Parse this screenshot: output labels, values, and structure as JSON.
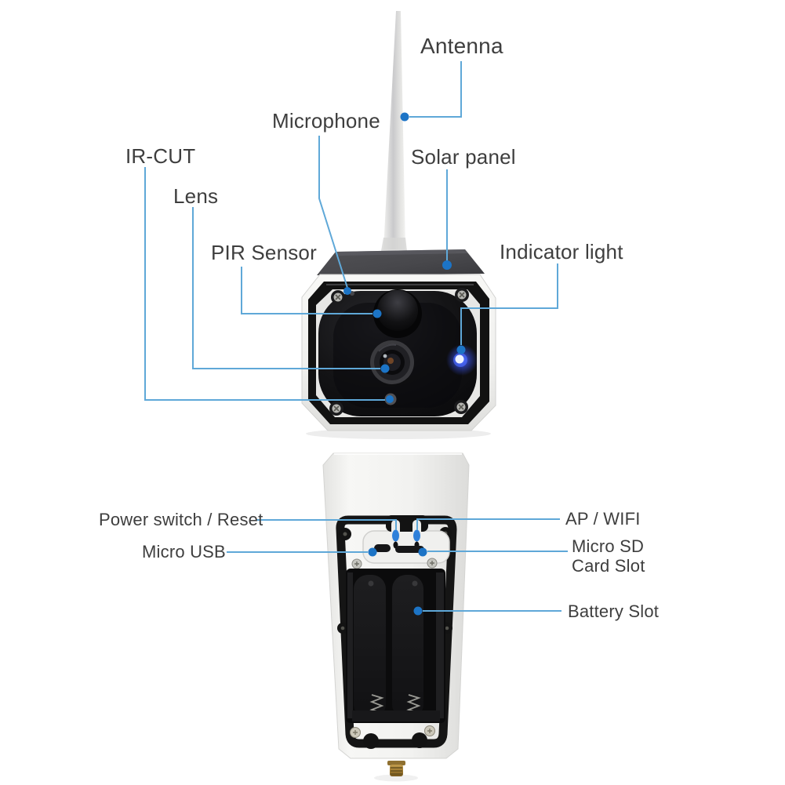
{
  "figure": {
    "type": "product-annotation-diagram"
  },
  "colors": {
    "background": "#ffffff",
    "label_text": "#3e3e3e",
    "leader_line": "#5fa8d8",
    "leader_dot": "#1c74c6",
    "button_blue": "#2f80da",
    "led_blue": "#4d6bff",
    "body_white": "#f3f3f1",
    "face_black": "#121214",
    "solar_panel_gray": "#49494d",
    "brass_mount": "#a07c34"
  },
  "annotations": {
    "antenna": "Antenna",
    "microphone": "Microphone",
    "solar_panel": "Solar panel",
    "ir_cut": "IR-CUT",
    "lens": "Lens",
    "pir_sensor": "PIR Sensor",
    "indicator_light": "Indicator light",
    "power_switch_reset": "Power switch / Reset",
    "ap_wifi": "AP / WIFI",
    "micro_usb": "Micro USB",
    "micro_sd_card_slot": "Micro SD\nCard Slot",
    "battery_slot": "Battery Slot"
  }
}
